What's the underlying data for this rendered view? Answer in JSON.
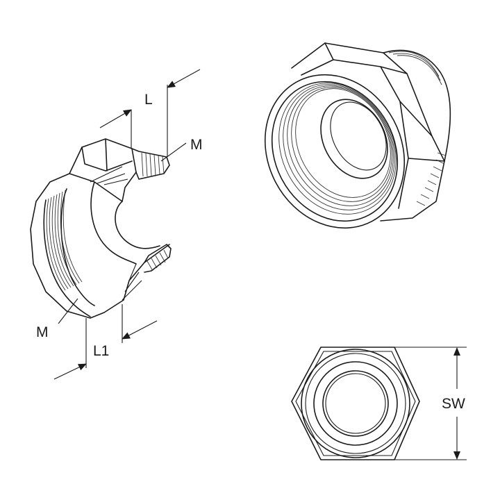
{
  "drawing": {
    "labels": {
      "length": "L",
      "thread_top": "M",
      "thread_bottom": "M",
      "length_inner": "L1",
      "wrench_size": "SW"
    }
  },
  "colors": {
    "line": "#1a1a1a",
    "background": "#ffffff"
  }
}
